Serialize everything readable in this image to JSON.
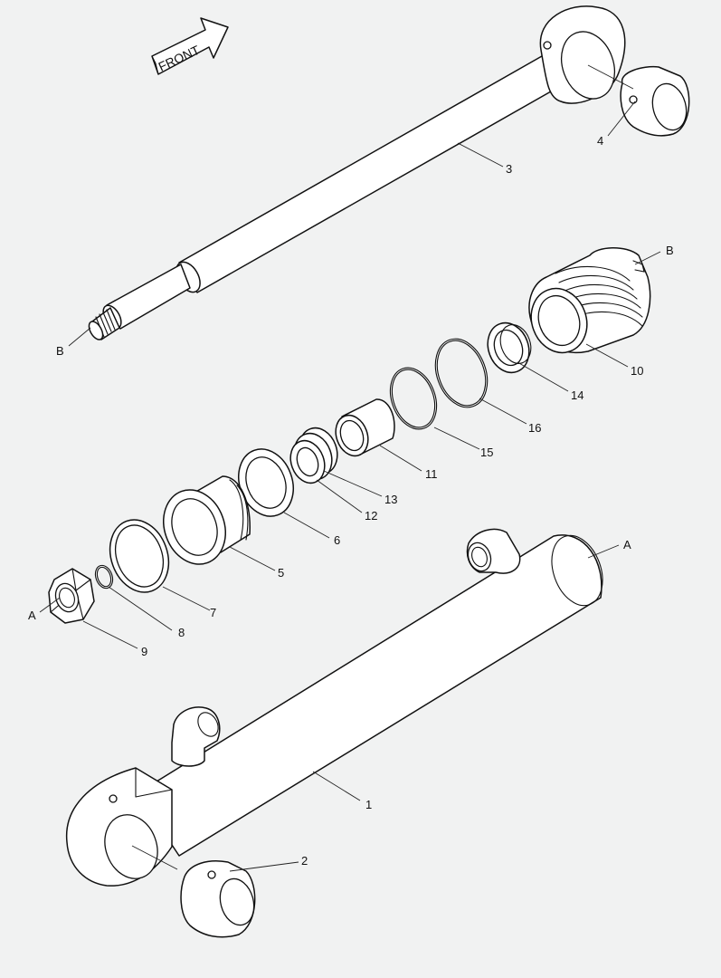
{
  "direction_label": "FRONT",
  "colors": {
    "background": "#f1f2f2",
    "line": "#111111",
    "part_fill": "#ffffff"
  },
  "callouts": {
    "p1": "1",
    "p2": "2",
    "p3": "3",
    "p4": "4",
    "p5": "5",
    "p6": "6",
    "p7": "7",
    "p8": "8",
    "p9": "9",
    "p10": "10",
    "p11": "11",
    "p12": "12",
    "p13": "13",
    "p14": "14",
    "p15": "15",
    "p16": "16"
  },
  "reference_marks": {
    "a_left": "A",
    "a_right": "A",
    "b_left": "B",
    "b_right": "B"
  }
}
